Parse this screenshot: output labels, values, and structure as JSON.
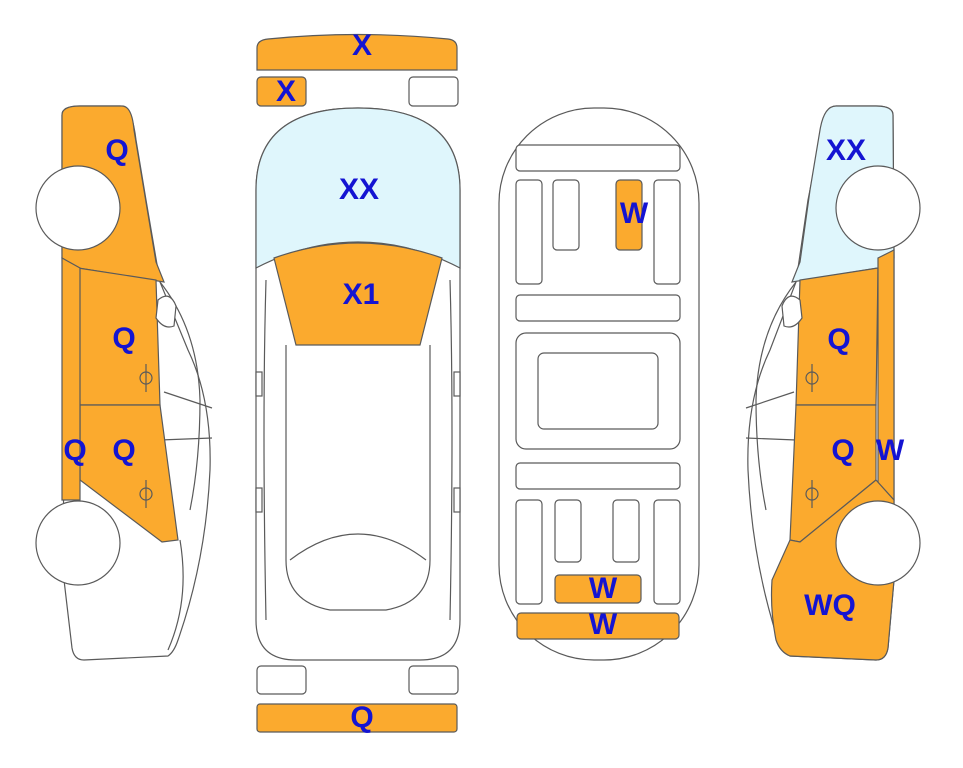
{
  "colors": {
    "damaged": "#FBAA2E",
    "glass": "#DFF6FC",
    "label": "#1414D2",
    "outline": "#5a5a5a",
    "body": "#ffffff"
  },
  "labels": {
    "front_bumper": "X",
    "front_left_light": "X",
    "windshield": "XX",
    "hood": "X1",
    "roof_panel": "W",
    "trunk_upper": "W",
    "trunk_lower": "W",
    "rear_bumper": "Q",
    "left_fender": "Q",
    "left_front_door": "Q",
    "left_rear_door": "Q",
    "left_sill": "Q",
    "right_glass": "XX",
    "right_front_door": "Q",
    "right_rear_door": "Q",
    "right_pillar": "W",
    "right_quarter": "WQ"
  }
}
